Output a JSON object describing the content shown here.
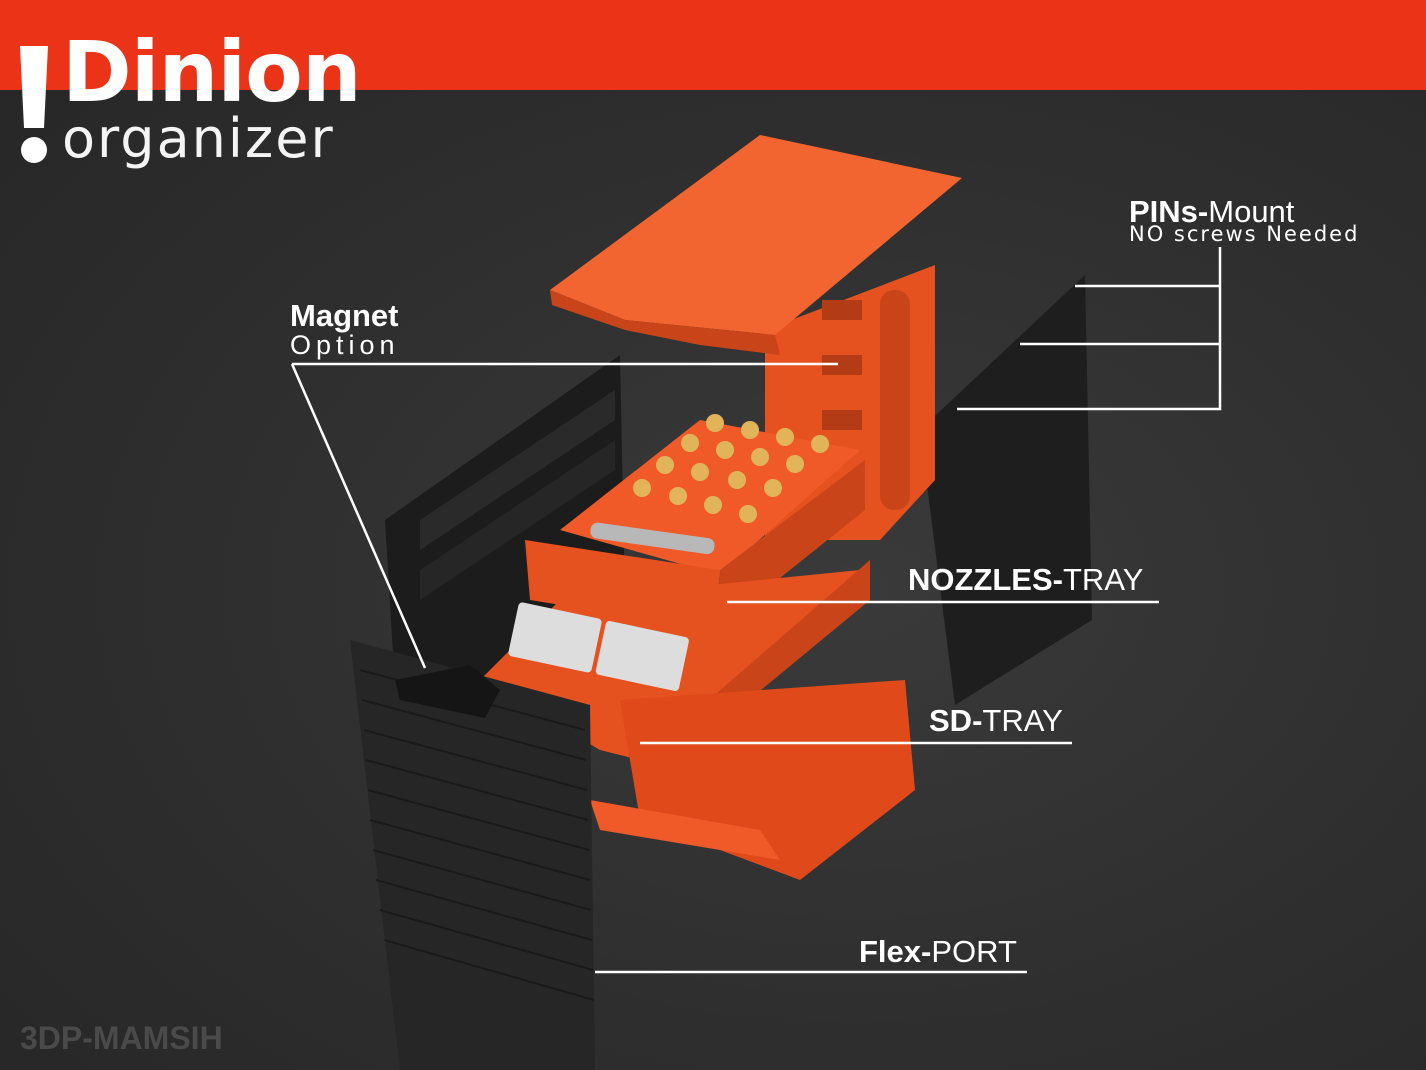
{
  "brand": {
    "title": "Dinion",
    "subtitle": "organizer",
    "mark": "!"
  },
  "labels": {
    "pins_mount": {
      "bold": "PINs-",
      "light": "Mount",
      "sub": "NO screws Needed"
    },
    "magnet": {
      "bold": "Magnet",
      "sub": "Option"
    },
    "nozzles_tray": {
      "bold": "NOZZLES-",
      "light": "TRAY"
    },
    "sd_tray": {
      "bold": "SD-",
      "light": "TRAY"
    },
    "flex_port": {
      "bold": "Flex-",
      "light": "PORT"
    }
  },
  "watermark": "3DP-MAMSIH",
  "colors": {
    "band": "#EB3318",
    "orange": "#F05A28",
    "background": "#2f2f2f"
  }
}
